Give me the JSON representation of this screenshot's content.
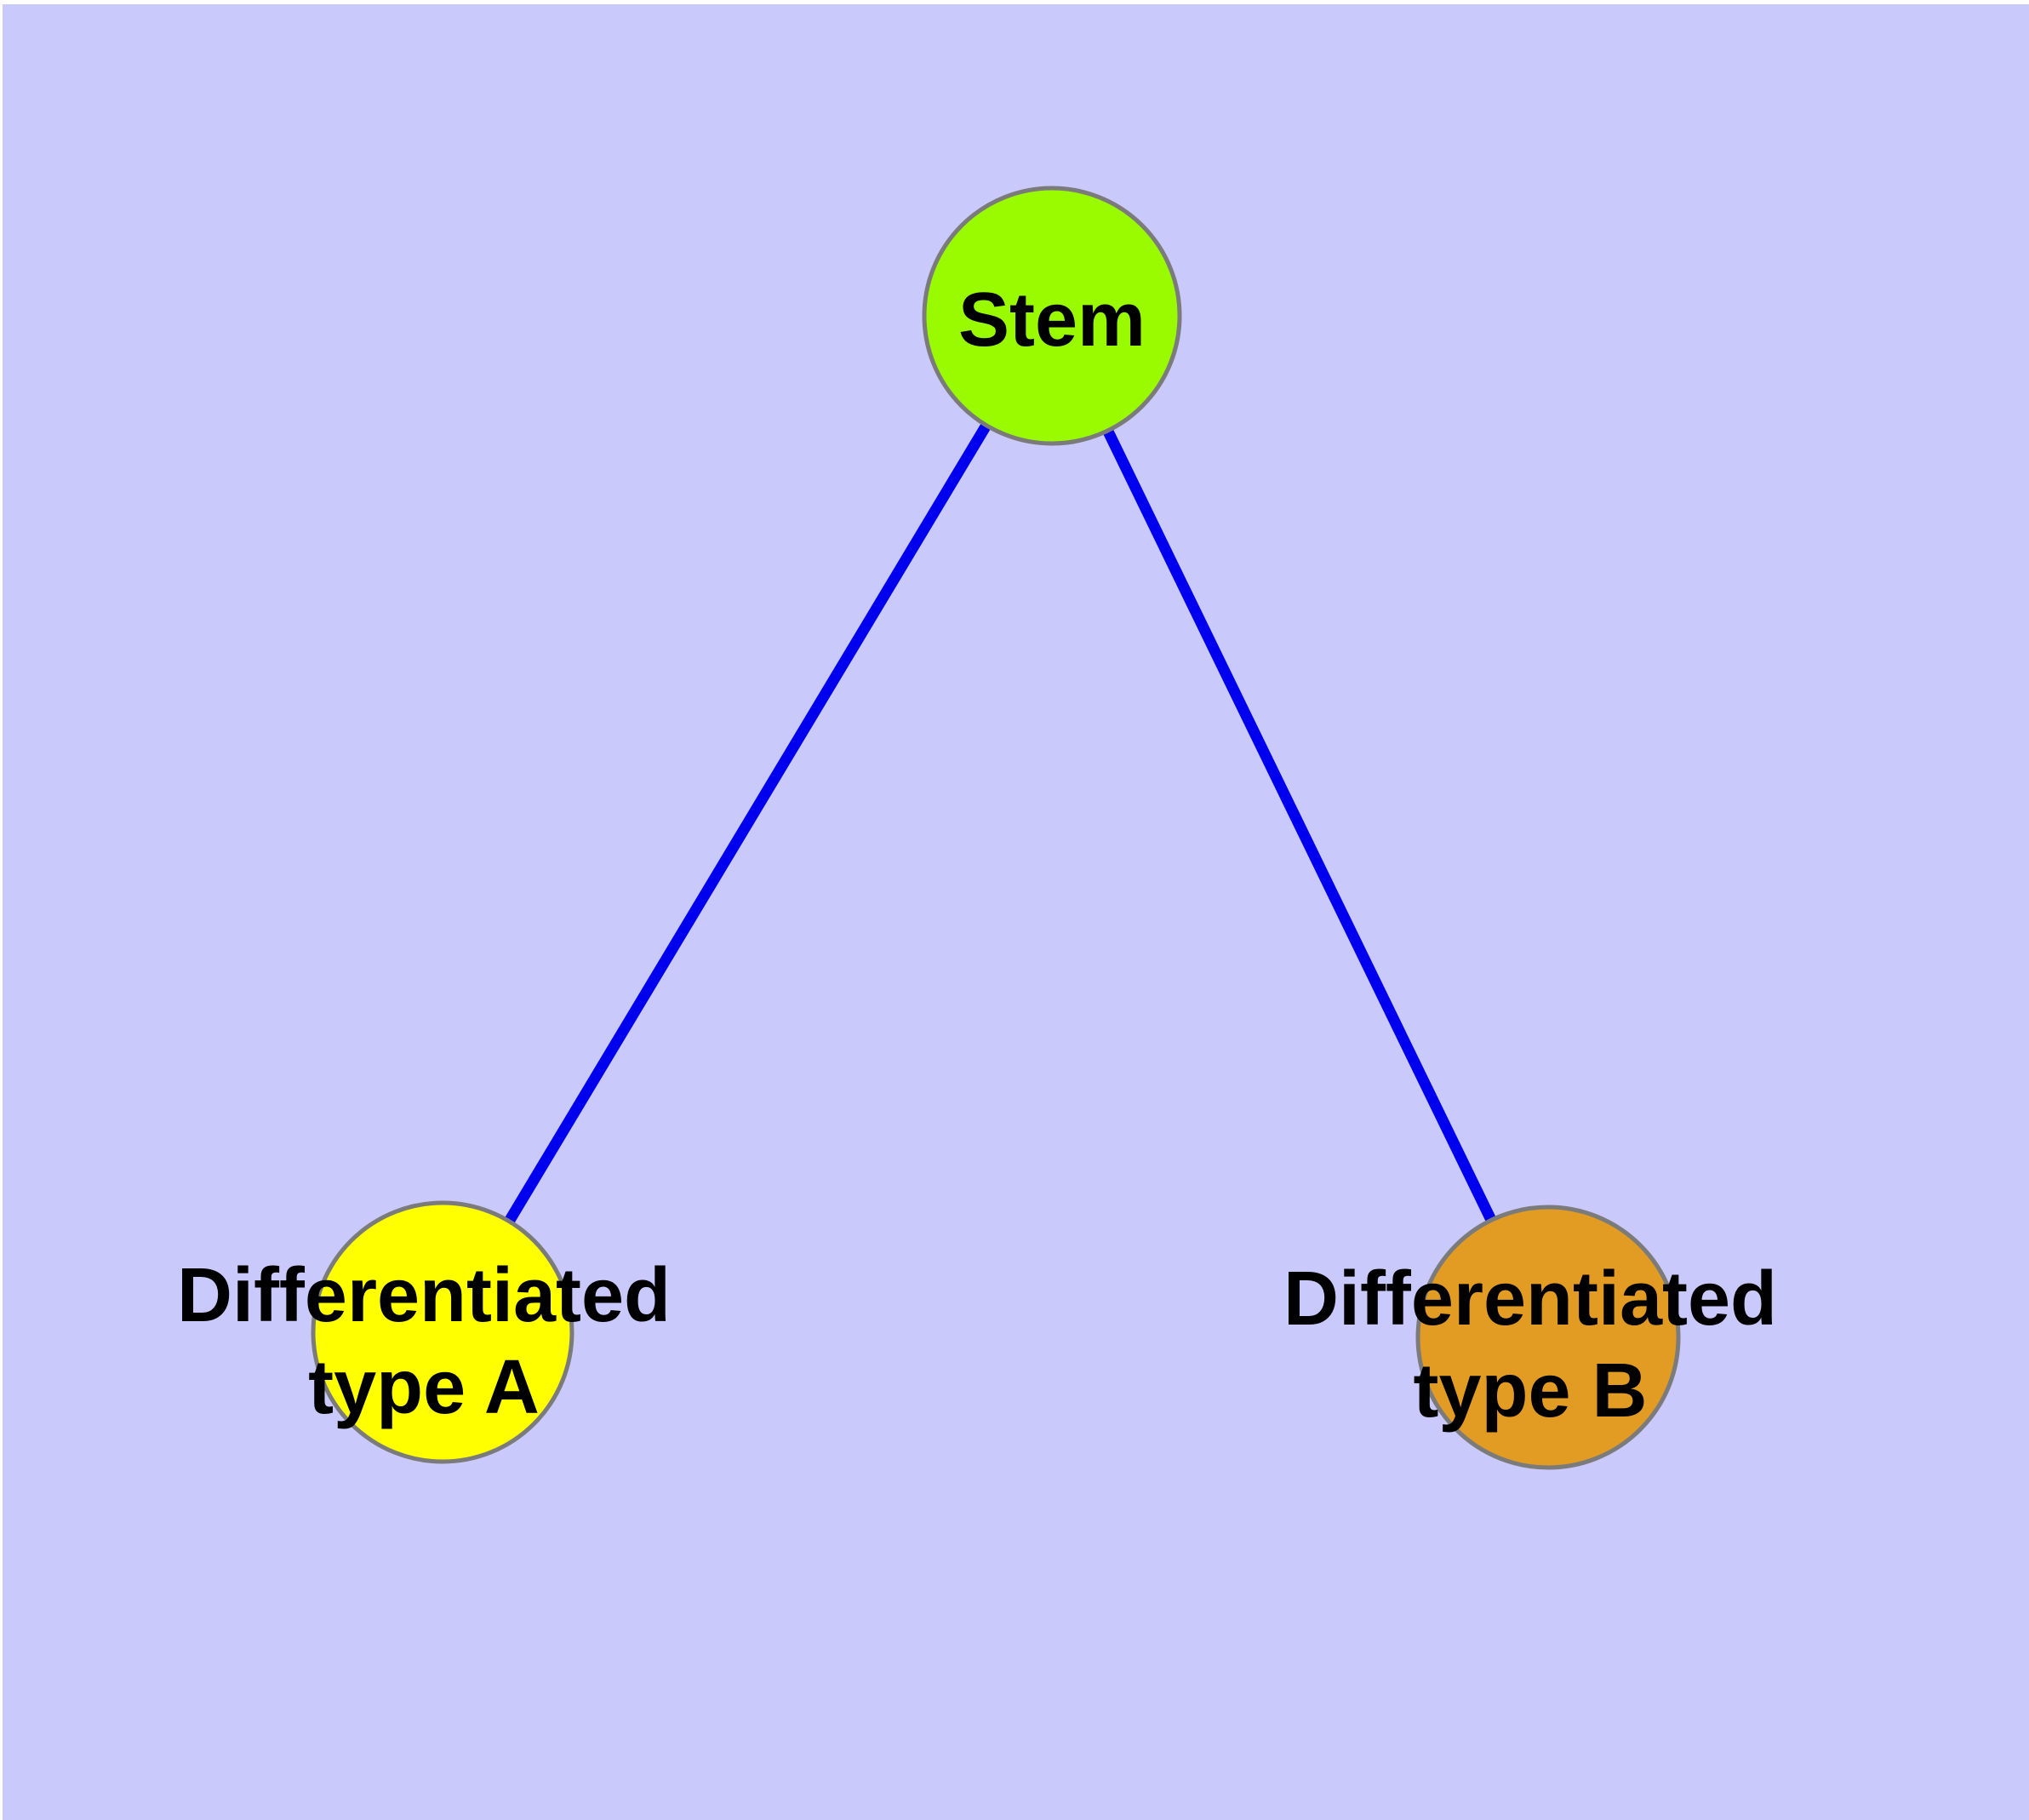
{
  "canvas": {
    "background_color": "#c9c9fb",
    "page_margin_color": "#ffffff"
  },
  "graph": {
    "title": "",
    "nodes": [
      {
        "id": "stem",
        "label": "Stem",
        "fill": "#9afb00",
        "border_color": "#7b7b7b"
      },
      {
        "id": "differentiated-type-a",
        "label": "Differentiated type A",
        "line1": "Differentiated",
        "line2": "type A",
        "fill": "#ffff00",
        "border_color": "#7b7b7b"
      },
      {
        "id": "differentiated-type-b",
        "label": "Differentiated type B",
        "line1": "Differentiated",
        "line2": "type B",
        "fill": "#e39c23",
        "border_color": "#7b7b7b"
      }
    ],
    "edges": [
      {
        "from": "stem",
        "to": "differentiated-type-a",
        "color": "#0000ee"
      },
      {
        "from": "stem",
        "to": "differentiated-type-b",
        "color": "#0000ee"
      }
    ]
  }
}
